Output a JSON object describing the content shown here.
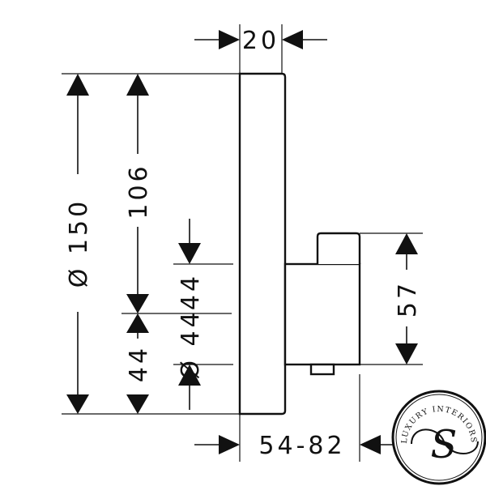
{
  "dimensions": {
    "top_depth": "20",
    "plate_diameter": "Ø 150",
    "upper_height": "106",
    "center_offset_upper": "44",
    "center_offset_lower": "44",
    "body_diameter": "Ø 44",
    "body_height": "57",
    "projection_range": "54-82"
  },
  "logo": {
    "ring_text": "LUXURY INTERIORS",
    "monogram": "S"
  }
}
